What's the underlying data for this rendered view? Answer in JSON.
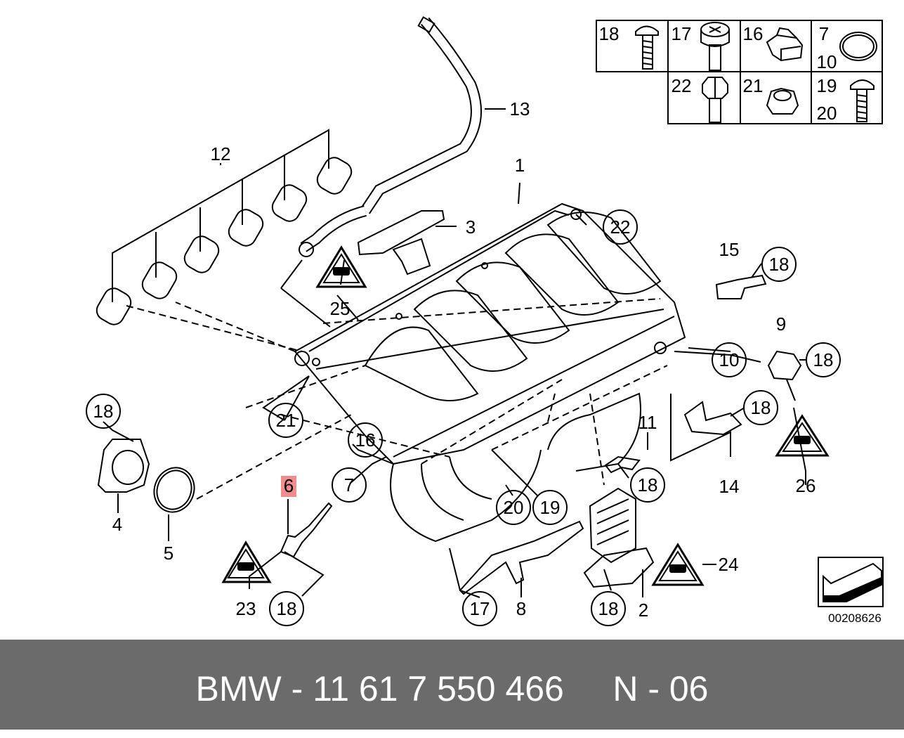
{
  "diagram_id": "00208626",
  "highlight_color": "#f08c8c",
  "footer": {
    "text": "BMW - 11 61 7 550 466     N - 06"
  },
  "callouts": [
    {
      "n": "18"
    },
    {
      "n": "17"
    },
    {
      "n": "16"
    },
    {
      "n": "7"
    },
    {
      "n": "10"
    },
    {
      "n": "22"
    },
    {
      "n": "21"
    },
    {
      "n": "19"
    },
    {
      "n": "20"
    },
    {
      "n": "13"
    },
    {
      "n": "12"
    },
    {
      "n": "1"
    },
    {
      "n": "3"
    },
    {
      "n": "22"
    },
    {
      "n": "25"
    },
    {
      "n": "15"
    },
    {
      "n": "18"
    },
    {
      "n": "9"
    },
    {
      "n": "10"
    },
    {
      "n": "18"
    },
    {
      "n": "18"
    },
    {
      "n": "21"
    },
    {
      "n": "16"
    },
    {
      "n": "11"
    },
    {
      "n": "18"
    },
    {
      "n": "14"
    },
    {
      "n": "26"
    },
    {
      "n": "18"
    },
    {
      "n": "4"
    },
    {
      "n": "5"
    },
    {
      "n": "6"
    },
    {
      "n": "7"
    },
    {
      "n": "20"
    },
    {
      "n": "19"
    },
    {
      "n": "18"
    },
    {
      "n": "24"
    },
    {
      "n": "23"
    },
    {
      "n": "18"
    },
    {
      "n": "17"
    },
    {
      "n": "8"
    },
    {
      "n": "18"
    },
    {
      "n": "2"
    }
  ]
}
